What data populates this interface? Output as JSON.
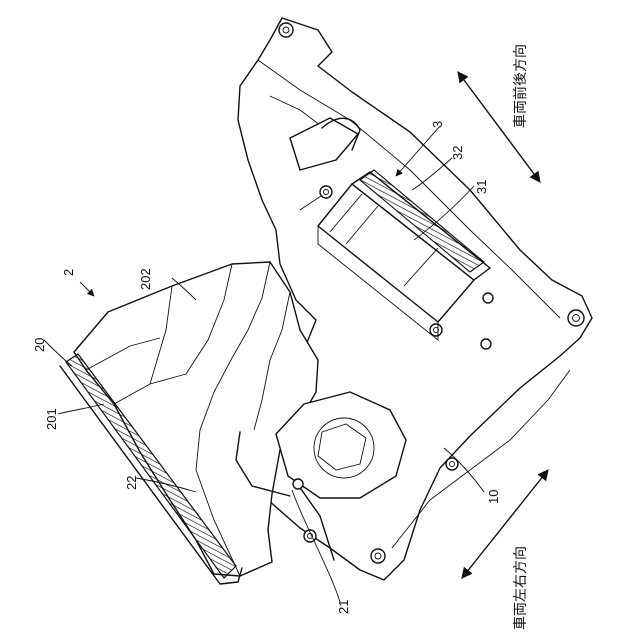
{
  "figure": {
    "labels": {
      "ref_2": "2",
      "ref_20": "20",
      "ref_201": "201",
      "ref_202": "202",
      "ref_22": "22",
      "ref_21": "21",
      "ref_10": "10",
      "ref_3": "3",
      "ref_31": "31",
      "ref_32": "32"
    },
    "directions": {
      "front_rear": "車両前後方向",
      "left_right": "車両左右方向"
    }
  }
}
